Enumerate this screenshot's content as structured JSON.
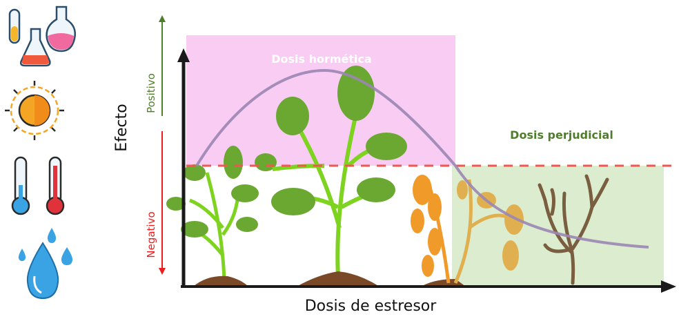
{
  "diagram": {
    "y_axis_label": "Efecto",
    "x_axis_label": "Dosis de estresor",
    "positive_label": "Positivo",
    "negative_label": "Negativo",
    "hormetic_zone_label": "Dosis hormética",
    "harmful_zone_label": "Dosis perjudicial",
    "stressor_icons": [
      "flasks-icon",
      "sun-icon",
      "thermometers-icon",
      "water-drops-icon"
    ],
    "colors": {
      "hormetic_zone": "#f9cdf3",
      "harmful_zone": "#dcedcf",
      "threshold_line": "#f0574f",
      "curve": "#9b86b3",
      "positive": "#4f7d2c",
      "negative": "#ee1c1c",
      "harmful_text": "#4f7d2c"
    }
  }
}
